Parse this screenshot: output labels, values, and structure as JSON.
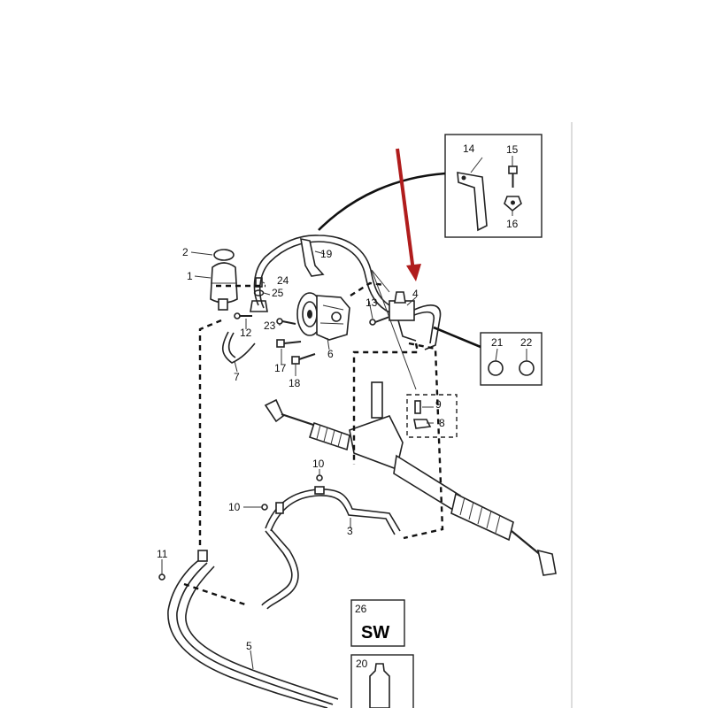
{
  "diagram": {
    "callouts": {
      "p1": "1",
      "p2": "2",
      "p3": "3",
      "p4": "4",
      "p5": "5",
      "p6": "6",
      "p7": "7",
      "p8": "8",
      "p9": "9",
      "p10a": "10",
      "p10b": "10",
      "p11": "11",
      "p12": "12",
      "p13": "13",
      "p14": "14",
      "p15": "15",
      "p16": "16",
      "p17": "17",
      "p18": "18",
      "p19": "19",
      "p20": "20",
      "p21": "21",
      "p22": "22",
      "p23": "23",
      "p24": "24",
      "p25": "25",
      "p26": "26"
    },
    "fluid_code": "SW",
    "colors": {
      "arrow": "#b01c1c",
      "line": "#222222"
    }
  }
}
